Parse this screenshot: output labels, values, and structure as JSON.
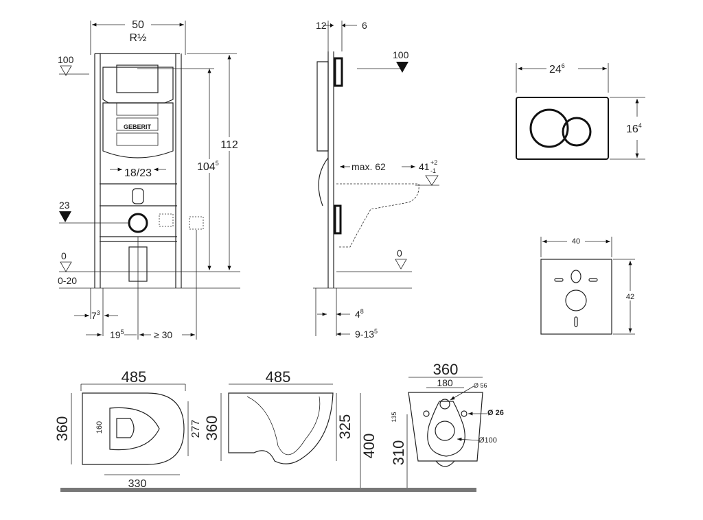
{
  "frame_front": {
    "width": "50",
    "thread": "R½",
    "h100": "100",
    "h23": "23",
    "h0": "0",
    "range": "0-20",
    "h112": "112",
    "h104": "104",
    "h104_sup": "5",
    "span": "18/23",
    "d7": "7",
    "d7_sup": "3",
    "d19": "19",
    "d19_sup": "5",
    "d30": "≥ 30",
    "brand": "GEBERIT"
  },
  "frame_side": {
    "d12": "12",
    "d6": "6",
    "h100": "100",
    "max": "max. 62",
    "h41": "41",
    "tol_up": "+2",
    "tol_dn": "-1",
    "h0": "0",
    "d4": "4",
    "d4_sup": "8",
    "d9": "9-13",
    "d9_sup": "5"
  },
  "flush_plate": {
    "w": "24",
    "w_sup": "6",
    "h": "16",
    "h_sup": "4"
  },
  "sound_mat": {
    "w": "40",
    "h": "42"
  },
  "bowl_top": {
    "length": "485",
    "width": "360",
    "inner": "277",
    "seat": "330",
    "holes": "160"
  },
  "bowl_side": {
    "length": "485",
    "height": "360",
    "h325": "325",
    "h400": "400"
  },
  "bowl_back": {
    "width": "360",
    "holes": "180",
    "d56": "Ø 56",
    "d26": "Ø 26",
    "d100": "Ø100",
    "h135": "135",
    "h310": "310"
  }
}
